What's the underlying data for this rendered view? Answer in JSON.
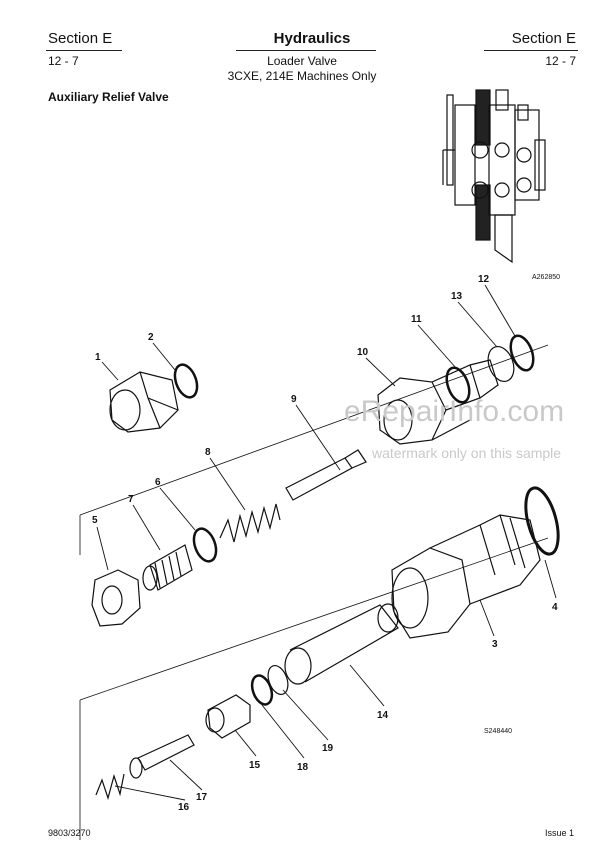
{
  "header": {
    "section_left": "Section E",
    "title": "Hydraulics",
    "section_right": "Section E",
    "page_left": "12 - 7",
    "page_right": "12 - 7",
    "subtitle_line1": "Loader Valve",
    "subtitle_line2": "3CXE, 214E Machines Only"
  },
  "heading": "Auxiliary Relief Valve",
  "figures": {
    "small_code": "A262850",
    "main_code": "S248440"
  },
  "callouts": [
    "1",
    "2",
    "3",
    "4",
    "5",
    "6",
    "7",
    "8",
    "9",
    "10",
    "11",
    "12",
    "13",
    "14",
    "15",
    "16",
    "17",
    "18",
    "19"
  ],
  "watermark": {
    "main": "eRepairInfo.com",
    "sub": "watermark only on this sample"
  },
  "footer": {
    "left": "9803/3270",
    "right": "Issue 1"
  }
}
